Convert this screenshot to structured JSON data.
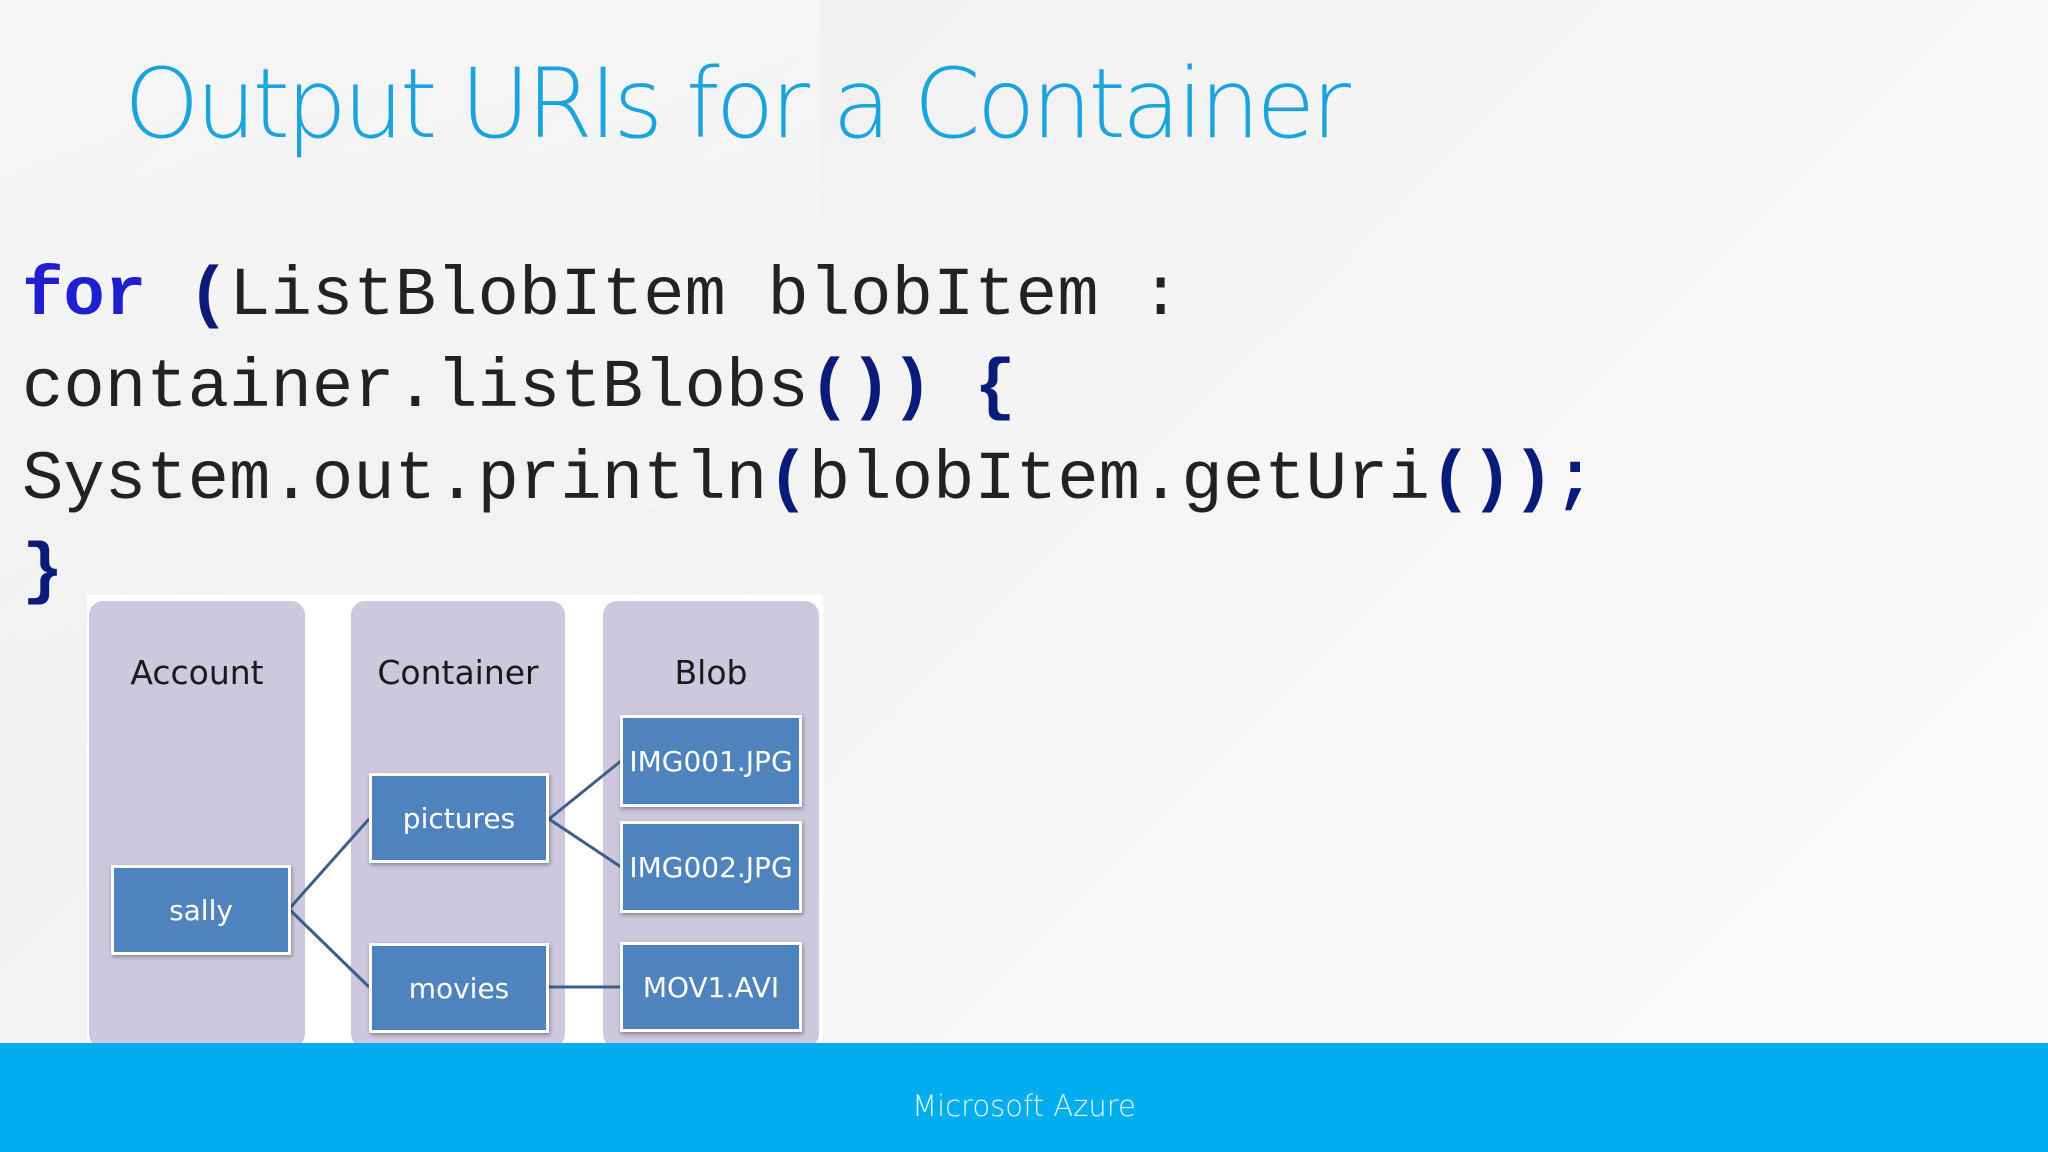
{
  "slide": {
    "title": "Output URIs for a Container",
    "code": {
      "line1": {
        "kw": "for",
        "open": "(",
        "rest": "ListBlobItem blobItem :"
      },
      "line2": {
        "text": "container.listBlobs",
        "parens": "())",
        "brace": "{"
      },
      "line3": {
        "text1": "System.out.println",
        "open": "(",
        "text2": "blobItem.getUri",
        "close": "())",
        "semi": ";"
      },
      "line4": {
        "brace": "}"
      }
    }
  },
  "diagram": {
    "columns": {
      "account": "Account",
      "container": "Container",
      "blob": "Blob"
    },
    "account_nodes": [
      "sally"
    ],
    "container_nodes": [
      "pictures",
      "movies"
    ],
    "blob_nodes": [
      "IMG001.JPG",
      "IMG002.JPG",
      "MOV1.AVI"
    ],
    "colors": {
      "column": "#cdc8dd",
      "node": "#4f83be",
      "line": "#3f5f8a"
    }
  },
  "footer": {
    "brand": "Microsoft Azure"
  },
  "colors": {
    "title": "#1aa3dd",
    "footer_bar": "#00aeef",
    "keyword": "#1f1fd0"
  }
}
